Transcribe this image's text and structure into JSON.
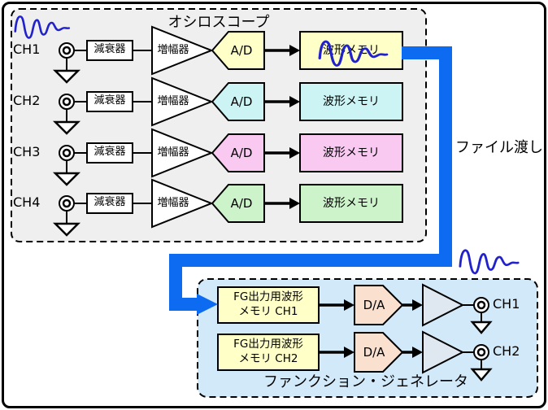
{
  "diagram": {
    "waveform_color": "#2222cc",
    "oscilloscope": {
      "title": "オシロスコープ",
      "panel_color": "#efefef",
      "blocks": {
        "attenuator": "減衰器",
        "amplifier": "増幅器",
        "adc": "A/D",
        "memory": "波形メモリ"
      },
      "channels": [
        {
          "label": "CH1",
          "color": "#ffffc8"
        },
        {
          "label": "CH2",
          "color": "#ccf4f4"
        },
        {
          "label": "CH3",
          "color": "#f9c9f2"
        },
        {
          "label": "CH4",
          "color": "#cdf3ca"
        }
      ]
    },
    "transfer": {
      "label": "ファイル渡し",
      "arrow_color": "#0d6bf2"
    },
    "function_generator": {
      "title": "ファンクション・ジェネレータ",
      "panel_color": "#d2e9f9",
      "colors": {
        "memory": "#ffffc8",
        "dac": "#fae0cf",
        "amp": "#dfe8f0"
      },
      "blocks": {
        "dac": "D/A"
      },
      "channels": [
        {
          "memory_line1": "FG出力用波形",
          "memory_line2": "メモリ CH1",
          "output_label": "CH1"
        },
        {
          "memory_line1": "FG出力用波形",
          "memory_line2": "メモリ CH2",
          "output_label": "CH2"
        }
      ]
    }
  }
}
